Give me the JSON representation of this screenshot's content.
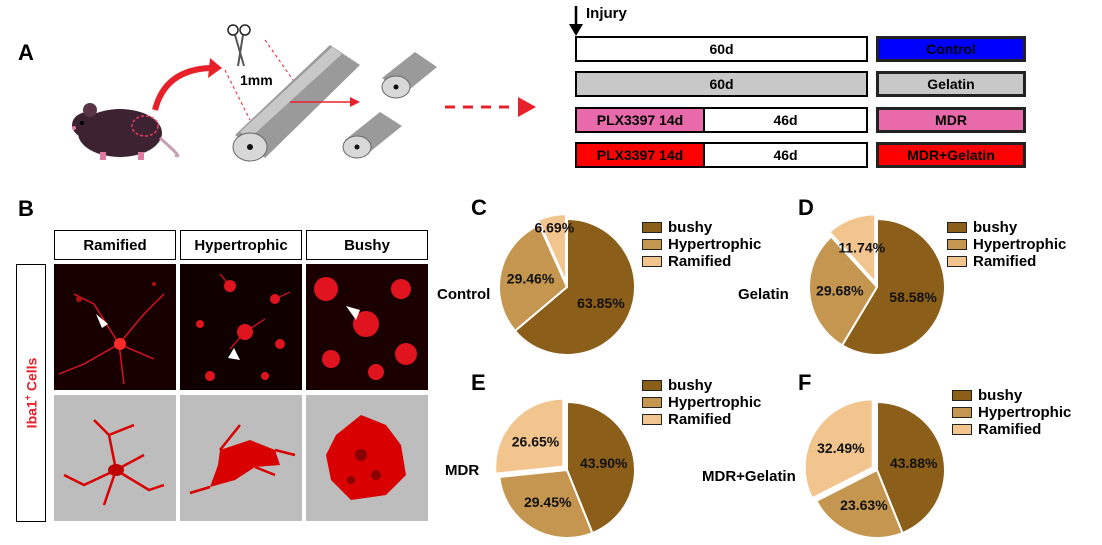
{
  "panels": {
    "a": "A",
    "b": "B",
    "c": "C",
    "d": "D",
    "e": "E",
    "f": "F"
  },
  "panel_a": {
    "injury_label": "Injury",
    "scale_label": "1mm",
    "timeline": [
      {
        "segments": [
          {
            "label": "60d",
            "color": "#ffffff"
          }
        ],
        "group": "Control",
        "group_color": "#0000ff"
      },
      {
        "segments": [
          {
            "label": "60d",
            "color": "#c8c8c8"
          }
        ],
        "group": "Gelatin",
        "group_color": "#c8c8c8"
      },
      {
        "segments": [
          {
            "label": "PLX3397 14d",
            "color": "#e86aaa"
          },
          {
            "label": "46d",
            "color": "#ffffff"
          }
        ],
        "group": "MDR",
        "group_color": "#e86aaa"
      },
      {
        "segments": [
          {
            "label": "PLX3397 14d",
            "color": "#ff0000"
          },
          {
            "label": "46d",
            "color": "#ffffff"
          }
        ],
        "group": "MDR+Gelatin",
        "group_color": "#ff0000"
      }
    ]
  },
  "panel_b": {
    "columns": [
      "Ramified",
      "Hypertrophic",
      "Bushy"
    ],
    "row_label": "Iba1",
    "row_label_sup": "+",
    "row_label_suffix": " Cells",
    "label_color": "#e8202a"
  },
  "colors": {
    "bushy": "#8b5e1a",
    "hypertrophic": "#c4964f",
    "ramified": "#f2c48e"
  },
  "legend": [
    "bushy",
    "Hypertrophic",
    "Ramified"
  ],
  "chart_data": [
    {
      "type": "pie",
      "panel": "C",
      "label": "Control",
      "slices": [
        {
          "name": "bushy",
          "value": 63.85,
          "text": "63.85%"
        },
        {
          "name": "Hypertrophic",
          "value": 29.46,
          "text": "29.46%"
        },
        {
          "name": "Ramified",
          "value": 6.69,
          "text": "6.69%"
        }
      ]
    },
    {
      "type": "pie",
      "panel": "D",
      "label": "Gelatin",
      "slices": [
        {
          "name": "bushy",
          "value": 58.58,
          "text": "58.58%"
        },
        {
          "name": "Hypertrophic",
          "value": 29.68,
          "text": "29.68%"
        },
        {
          "name": "Ramified",
          "value": 11.74,
          "text": "11.74%"
        }
      ]
    },
    {
      "type": "pie",
      "panel": "E",
      "label": "MDR",
      "slices": [
        {
          "name": "bushy",
          "value": 43.9,
          "text": "43.90%"
        },
        {
          "name": "Hypertrophic",
          "value": 29.45,
          "text": "29.45%"
        },
        {
          "name": "Ramified",
          "value": 26.65,
          "text": "26.65%"
        }
      ]
    },
    {
      "type": "pie",
      "panel": "F",
      "label": "MDR+Gelatin",
      "slices": [
        {
          "name": "bushy",
          "value": 43.88,
          "text": "43.88%"
        },
        {
          "name": "Hypertrophic",
          "value": 23.63,
          "text": "23.63%"
        },
        {
          "name": "Ramified",
          "value": 32.49,
          "text": "32.49%"
        }
      ]
    }
  ]
}
